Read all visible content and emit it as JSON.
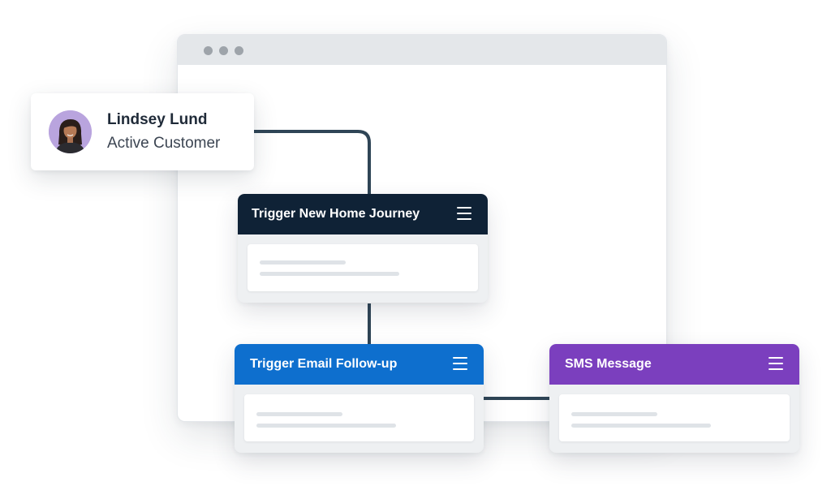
{
  "customer": {
    "name": "Lindsey Lund",
    "status": "Active Customer",
    "avatar_icon": "person-avatar-icon"
  },
  "flow": {
    "nodes": [
      {
        "title": "Trigger New Home Journey",
        "color": "#0f2236",
        "menu_icon": "hamburger-menu-icon"
      },
      {
        "title": "Trigger Email Follow-up",
        "color": "#0e6fce",
        "menu_icon": "hamburger-menu-icon"
      },
      {
        "title": "SMS Message",
        "color": "#7b3fbe",
        "menu_icon": "hamburger-menu-icon"
      }
    ],
    "connector_color": "#2f4556"
  },
  "browser": {
    "bar_color": "#e4e7ea",
    "dot_color": "#9ea4aa"
  }
}
